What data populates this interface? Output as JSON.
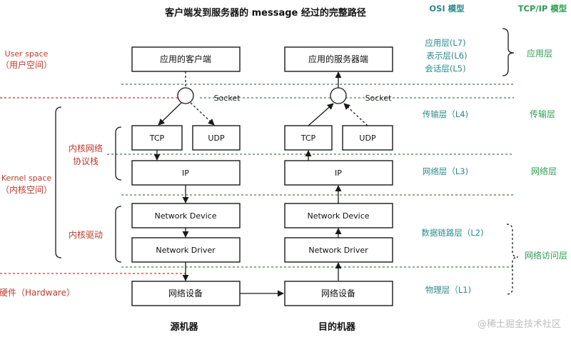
{
  "title": "客户端发到服务器的 message 经过的完整路径",
  "headers": {
    "osi": "OSI 模型",
    "tcpip": "TCP/IP 模型"
  },
  "left_labels": {
    "user_space": "User space",
    "user_space_cn": "（用户空间）",
    "kernel_space": "Kernel space",
    "kernel_space_cn": "（内核空间）",
    "kernel_stack_1": "内核网络",
    "kernel_stack_2": "协议栈",
    "kernel_driver": "内核驱动",
    "hardware": "硬件（Hardware）"
  },
  "client": {
    "app": "应用的客户端",
    "socket": "Socket",
    "tcp": "TCP",
    "udp": "UDP",
    "ip": "IP",
    "device": "Network Device",
    "driver": "Network Driver",
    "hw": "网络设备",
    "machine": "源机器"
  },
  "server": {
    "app": "应用的服务器端",
    "socket": "Socket",
    "tcp": "TCP",
    "udp": "UDP",
    "ip": "IP",
    "device": "Network Device",
    "driver": "Network Driver",
    "hw": "网络设备",
    "machine": "目的机器"
  },
  "osi_layers": {
    "l7": "应用层(L7)",
    "l6": "表示层(L6)",
    "l5": "会话层(L5)",
    "l4": "传输层（L4)",
    "l3": "网络层（L3)",
    "l2": "数据链路层（L2)",
    "l1": "物理层（L1)"
  },
  "tcpip_layers": {
    "app": "应用层",
    "transport": "传输层",
    "network": "网络层",
    "access": "网络访问层"
  },
  "watermark": "@稀土掘金技术社区",
  "colors": {
    "red": "#c0392b",
    "teal": "#2b8a8a",
    "green": "#2e9e52"
  }
}
